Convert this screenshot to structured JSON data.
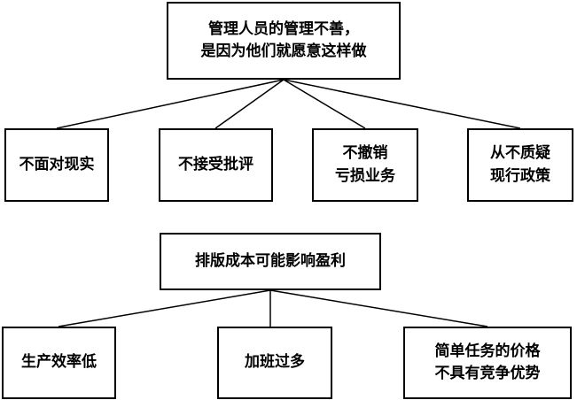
{
  "diagram1": {
    "root": {
      "lines": [
        "管理人员的管理不善，",
        "是因为他们就愿意这样做"
      ]
    },
    "children": [
      {
        "lines": [
          "不面对现实"
        ]
      },
      {
        "lines": [
          "不接受批评"
        ]
      },
      {
        "lines": [
          "不撤销",
          "亏损业务"
        ]
      },
      {
        "lines": [
          "从不质疑",
          "现行政策"
        ]
      }
    ]
  },
  "diagram2": {
    "root": {
      "lines": [
        "排版成本可能影响盈利"
      ]
    },
    "children": [
      {
        "lines": [
          "生产效率低"
        ]
      },
      {
        "lines": [
          "加班过多"
        ]
      },
      {
        "lines": [
          "简单任务的价格",
          "不具有竞争优势"
        ]
      }
    ]
  },
  "colors": {
    "line": "#000000",
    "box_border": "#000000",
    "background": "#ffffff"
  }
}
